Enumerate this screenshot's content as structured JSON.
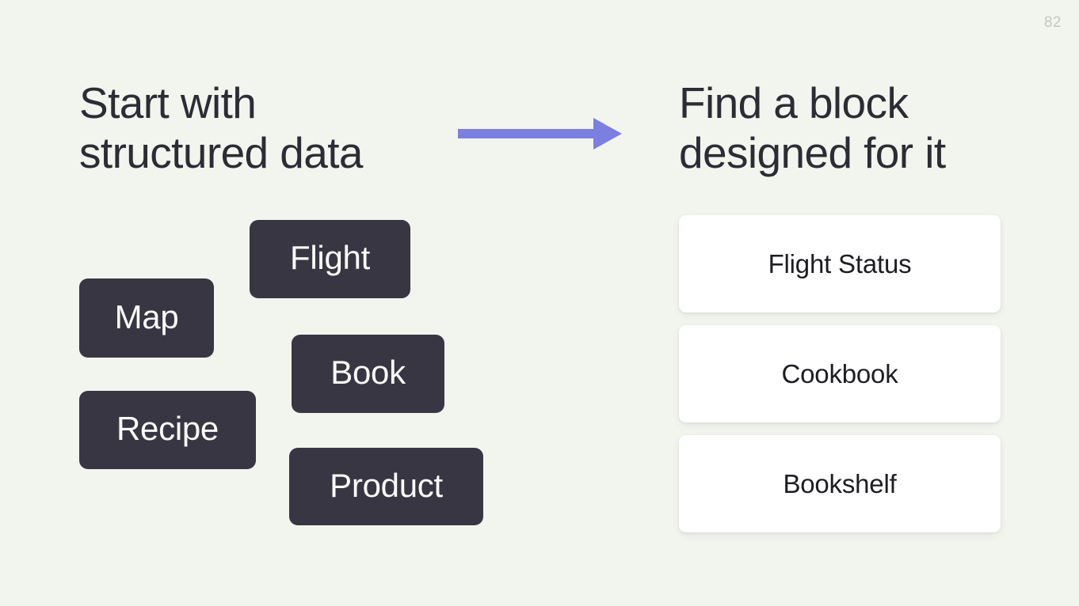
{
  "slide": {
    "page_number": "82",
    "background_color": "#f2f4ee"
  },
  "left": {
    "heading": "Start with\nstructured data",
    "chips": [
      {
        "label": "Flight",
        "name": "chip-flight"
      },
      {
        "label": "Map",
        "name": "chip-map"
      },
      {
        "label": "Book",
        "name": "chip-book"
      },
      {
        "label": "Recipe",
        "name": "chip-recipe"
      },
      {
        "label": "Product",
        "name": "chip-product"
      }
    ],
    "chip_color": "#383642",
    "chip_text_color": "#fbfbfa"
  },
  "arrow": {
    "icon": "arrow-right-icon",
    "color": "#7b7fe0",
    "direction": "right"
  },
  "right": {
    "heading": "Find a block\ndesigned for it",
    "cards": [
      {
        "label": "Flight Status",
        "name": "card-flight-status"
      },
      {
        "label": "Cookbook",
        "name": "card-cookbook"
      },
      {
        "label": "Bookshelf",
        "name": "card-bookshelf"
      }
    ],
    "card_color": "#ffffff",
    "card_text_color": "#1d1d22"
  }
}
